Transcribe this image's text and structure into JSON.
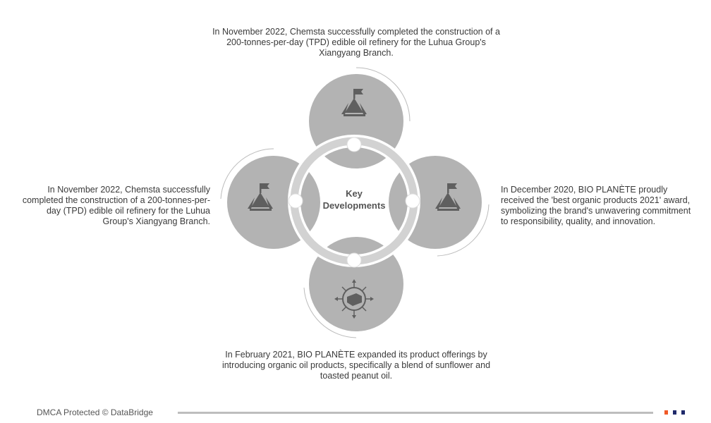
{
  "center": {
    "line1": "Key",
    "line2": "Developments"
  },
  "items": [
    {
      "position": "top",
      "icon": "mountain-flag-icon",
      "text": "In November 2022, Chemsta successfully completed the construction of a 200-tonnes-per-day (TPD) edible oil refinery for the Luhua Group's Xiangyang Branch."
    },
    {
      "position": "left",
      "icon": "mountain-flag-icon",
      "text": "In November 2022, Chemsta successfully completed the construction of a 200-tonnes-per-day (TPD) edible oil refinery for the Luhua Group's Xiangyang Branch."
    },
    {
      "position": "right",
      "icon": "mountain-flag-icon",
      "text": "In December 2020, BIO PLANÈTE proudly received the 'best organic products 2021' award, symbolizing the brand's unwavering commitment to responsibility, quality, and innovation."
    },
    {
      "position": "bottom",
      "icon": "product-distribution-icon",
      "text": "In February 2021, BIO PLANÈTE expanded its product offerings by introducing organic oil products, specifically a blend of sunflower and toasted peanut oil."
    }
  ],
  "footer": {
    "text": "DMCA Protected © DataBridge"
  },
  "colors": {
    "circle": "#b3b3b3",
    "icon": "#5f5f5f",
    "ring": "#d2d2d2",
    "orange": "#f05a28",
    "navy": "#1f2a6b"
  }
}
